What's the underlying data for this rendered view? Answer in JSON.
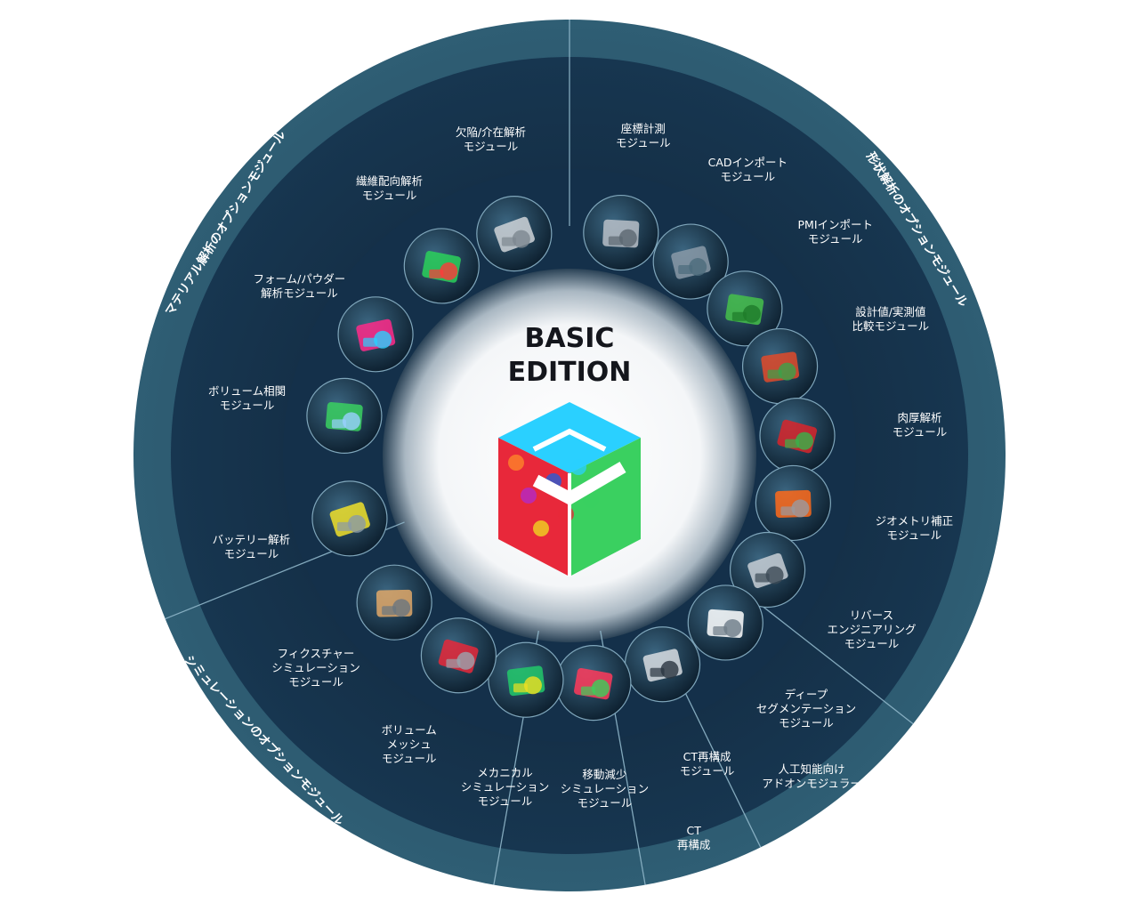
{
  "center": {
    "title_line1": "BASIC",
    "title_line2": "EDITION"
  },
  "sections": {
    "material": "マテリアル解析のオプションモジュール",
    "geometry": "形状解析のオプションモジュール",
    "simulation": "シミュレーションのオプションモジュール",
    "ct": [
      "CT",
      "再構成"
    ],
    "ai": [
      "人工知能向け",
      "アドオンモジュラー"
    ]
  },
  "modules": [
    {
      "lines": [
        "欠陥/介在解析",
        "モジュール"
      ],
      "icon": "casting-part-icon"
    },
    {
      "lines": [
        "座標計測",
        "モジュール"
      ],
      "icon": "machined-part-icon"
    },
    {
      "lines": [
        "CADインポート",
        "モジュール"
      ],
      "icon": "wireframe-part-icon"
    },
    {
      "lines": [
        "PMIインポート",
        "モジュール"
      ],
      "icon": "pmi-part-icon"
    },
    {
      "lines": [
        "設計値/実測値",
        "比較モジュール"
      ],
      "icon": "deviation-map-icon"
    },
    {
      "lines": [
        "肉厚解析",
        "モジュール"
      ],
      "icon": "wall-thickness-icon"
    },
    {
      "lines": [
        "ジオメトリ補正",
        "モジュール"
      ],
      "icon": "geometry-correction-icon"
    },
    {
      "lines": [
        "リバース",
        "エンジニアリング",
        "モジュール"
      ],
      "icon": "reverse-engineering-icon"
    },
    {
      "lines": [
        "ディープ",
        "セグメンテーション",
        "モジュール"
      ],
      "icon": "ct-slice-icon"
    },
    {
      "lines": [
        "CT再構成",
        "モジュール"
      ],
      "icon": "ct-reconstruction-icon"
    },
    {
      "lines": [
        "移動減少",
        "シミュレーション",
        "モジュール"
      ],
      "icon": "mesh-column-icon"
    },
    {
      "lines": [
        "メカニカル",
        "シミュレーション",
        "モジュール"
      ],
      "icon": "mechanical-sim-icon"
    },
    {
      "lines": [
        "ボリューム",
        "メッシュ",
        "モジュール"
      ],
      "icon": "volume-mesh-icon"
    },
    {
      "lines": [
        "フィクスチャー",
        "シミュレーション",
        "モジュール"
      ],
      "icon": "connector-pin-icon"
    },
    {
      "lines": [
        "バッテリー解析",
        "モジュール"
      ],
      "icon": "battery-icon"
    },
    {
      "lines": [
        "ボリューム相関",
        "モジュール"
      ],
      "icon": "fiber-volume-icon"
    },
    {
      "lines": [
        "フォーム/パウダー",
        "解析モジュール"
      ],
      "icon": "foam-cube-icon"
    },
    {
      "lines": [
        "繊維配向解析",
        "モジュール"
      ],
      "icon": "fiber-orientation-icon"
    }
  ],
  "colors": {
    "outer_ring": "#2d5a70",
    "mid_ring": "#183750",
    "inner_ring": "#0e2438",
    "divider": "#8fb6c9"
  }
}
